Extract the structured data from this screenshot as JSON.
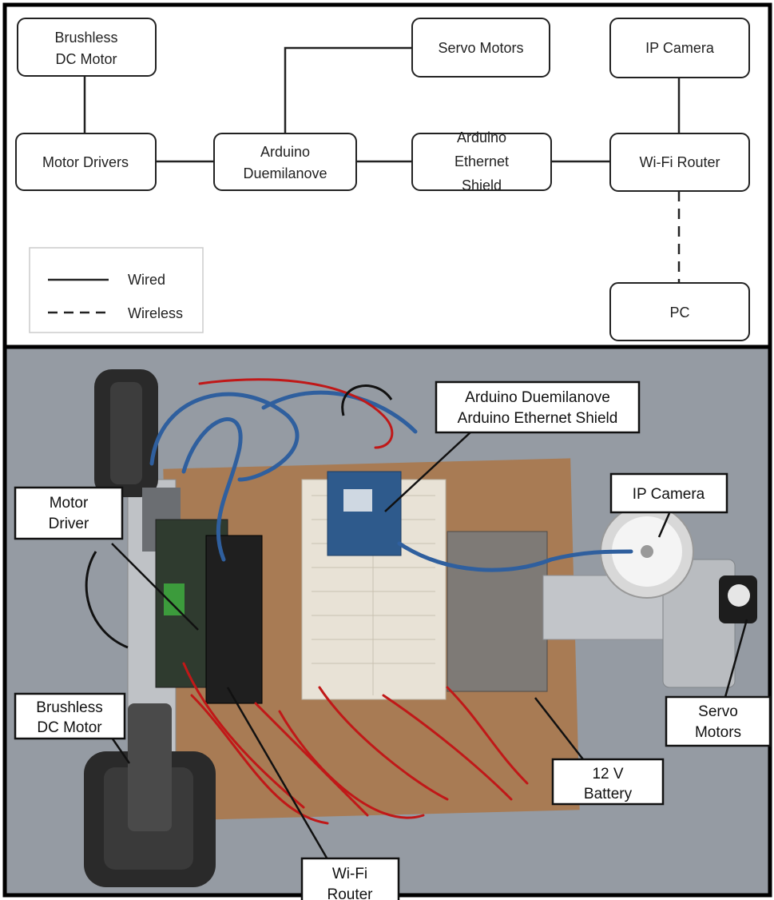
{
  "diagram": {
    "nodes": {
      "brushless_dc_motor": [
        "Brushless",
        "DC Motor"
      ],
      "motor_drivers": [
        "Motor Drivers"
      ],
      "arduino_duemilanove": [
        "Arduino",
        "Duemilanove"
      ],
      "servo_motors": [
        "Servo Motors"
      ],
      "arduino_ethernet_shield": [
        "Arduino",
        "Ethernet",
        "Shield"
      ],
      "ip_camera": [
        "IP Camera"
      ],
      "wifi_router": [
        "Wi-Fi Router"
      ],
      "pc": [
        "PC"
      ]
    },
    "legend": {
      "wired": "Wired",
      "wireless": "Wireless"
    }
  },
  "photo": {
    "callouts": {
      "arduino": [
        "Arduino Duemilanove",
        "Arduino Ethernet Shield"
      ],
      "motor_driver": [
        "Motor",
        "Driver"
      ],
      "ip_camera": [
        "IP Camera"
      ],
      "brushless_dc_motor": [
        "Brushless",
        "DC Motor"
      ],
      "servo_motors": [
        "Servo",
        "Motors"
      ],
      "battery": [
        "12 V",
        "Battery"
      ],
      "wifi_router": [
        "Wi-Fi",
        "Router"
      ]
    }
  },
  "colors": {
    "frame": "#000000",
    "floor": "#8e959d",
    "board": "#a87b54",
    "breadboard": "#e8e2d6",
    "cable_blue": "#2f5f9e",
    "cable_red": "#c01818",
    "wheel": "#2a2a2a",
    "metal": "#c9ccd0"
  }
}
